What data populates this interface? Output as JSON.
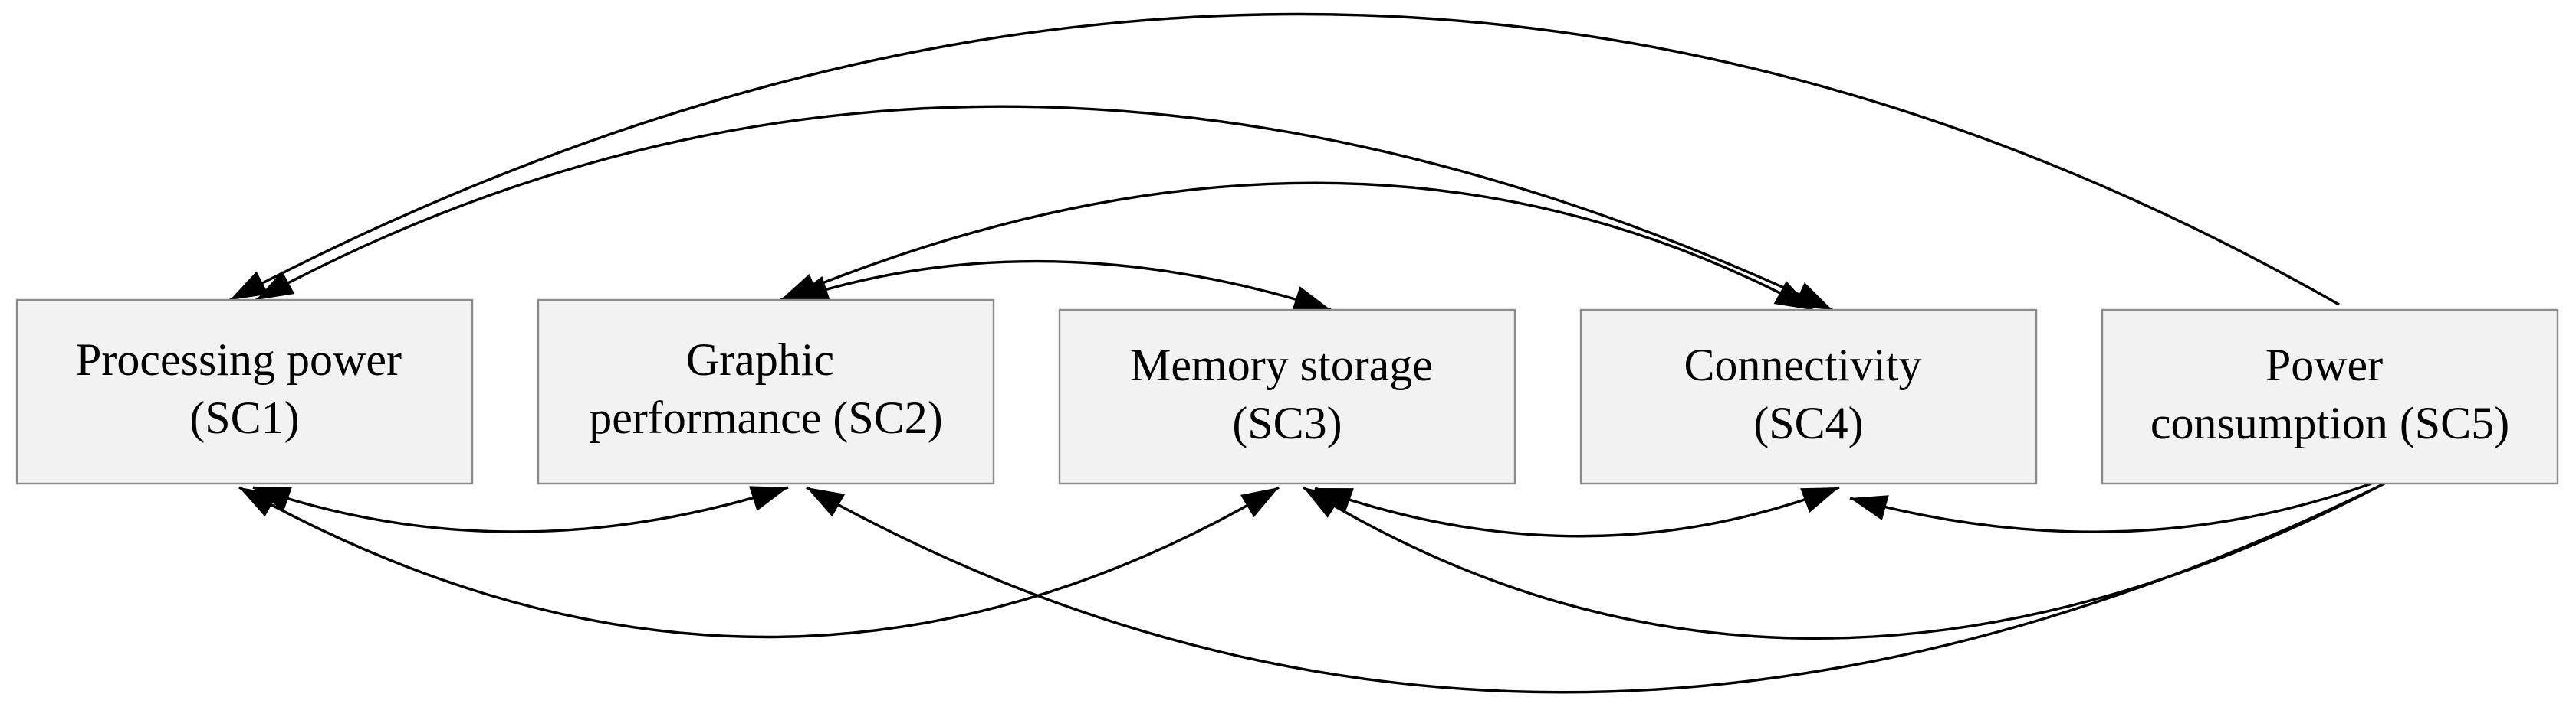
{
  "nodes": [
    {
      "id": "SC1",
      "lines": [
        "Processing power",
        "(SC1)"
      ]
    },
    {
      "id": "SC2",
      "lines": [
        "Graphic",
        "performance (SC2)"
      ]
    },
    {
      "id": "SC3",
      "lines": [
        "Memory storage",
        "(SC3)"
      ]
    },
    {
      "id": "SC4",
      "lines": [
        "Connectivity",
        "(SC4)"
      ]
    },
    {
      "id": "SC5",
      "lines": [
        "Power",
        "consumption (SC5)"
      ]
    }
  ],
  "edges": [
    {
      "from": "SC5",
      "to": "SC1",
      "arrow": "end"
    },
    {
      "from": "SC1",
      "to": "SC4",
      "arrow": "both"
    },
    {
      "from": "SC2",
      "to": "SC4",
      "arrow": "both"
    },
    {
      "from": "SC2",
      "to": "SC3",
      "arrow": "both"
    },
    {
      "from": "SC1",
      "to": "SC2",
      "arrow": "both"
    },
    {
      "from": "SC1",
      "to": "SC3",
      "arrow": "both"
    },
    {
      "from": "SC5",
      "to": "SC2",
      "arrow": "end"
    },
    {
      "from": "SC3",
      "to": "SC4",
      "arrow": "both"
    },
    {
      "from": "SC5",
      "to": "SC4",
      "arrow": "end"
    },
    {
      "from": "SC5",
      "to": "SC3",
      "arrow": "end"
    }
  ]
}
